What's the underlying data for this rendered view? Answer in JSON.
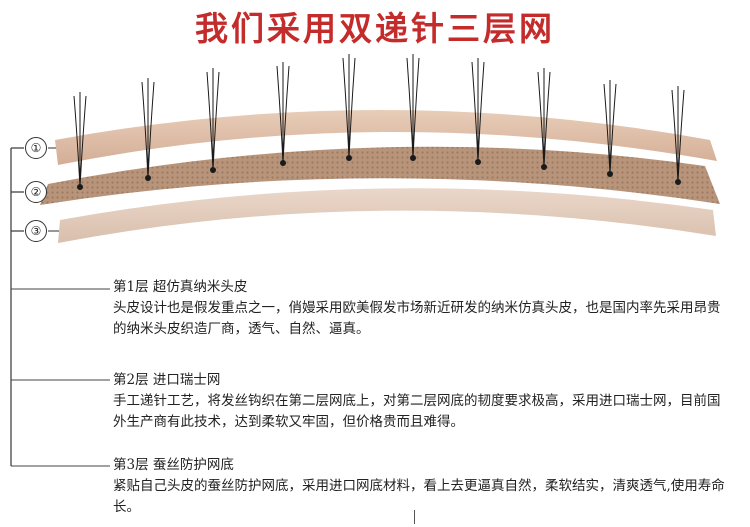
{
  "title": "我们采用双递针三层网",
  "markers": [
    "①",
    "②",
    "③"
  ],
  "sections": [
    {
      "heading": "第1层  超仿真纳米头皮",
      "body": "头皮设计也是假发重点之一，俏嫚采用欧美假发市场新近研发的纳米仿真头皮，也是国内率先采用昂贵的纳米头皮织造厂商，透气、自然、逼真。"
    },
    {
      "heading": "第2层  进口瑞士网",
      "body": "手工递针工艺，将发丝钩织在第二层网底上，对第二层网底的韧度要求极高，采用进口瑞士网，目前国外生产商有此技术，达到柔软又牢固，但价格贵而且难得。"
    },
    {
      "heading": "第3层  蚕丝防护网底",
      "body": "紧贴自己头皮的蚕丝防护网底，采用进口网底材料，看上去更逼真自然，柔软结实，清爽透气,使用寿命长。"
    }
  ],
  "colors": {
    "title": "#c42b2b",
    "layer1": "#dfbfa9",
    "layer2": "#b8957a",
    "layer3": "#e2cbbb",
    "hair": "#1a1a1a"
  }
}
